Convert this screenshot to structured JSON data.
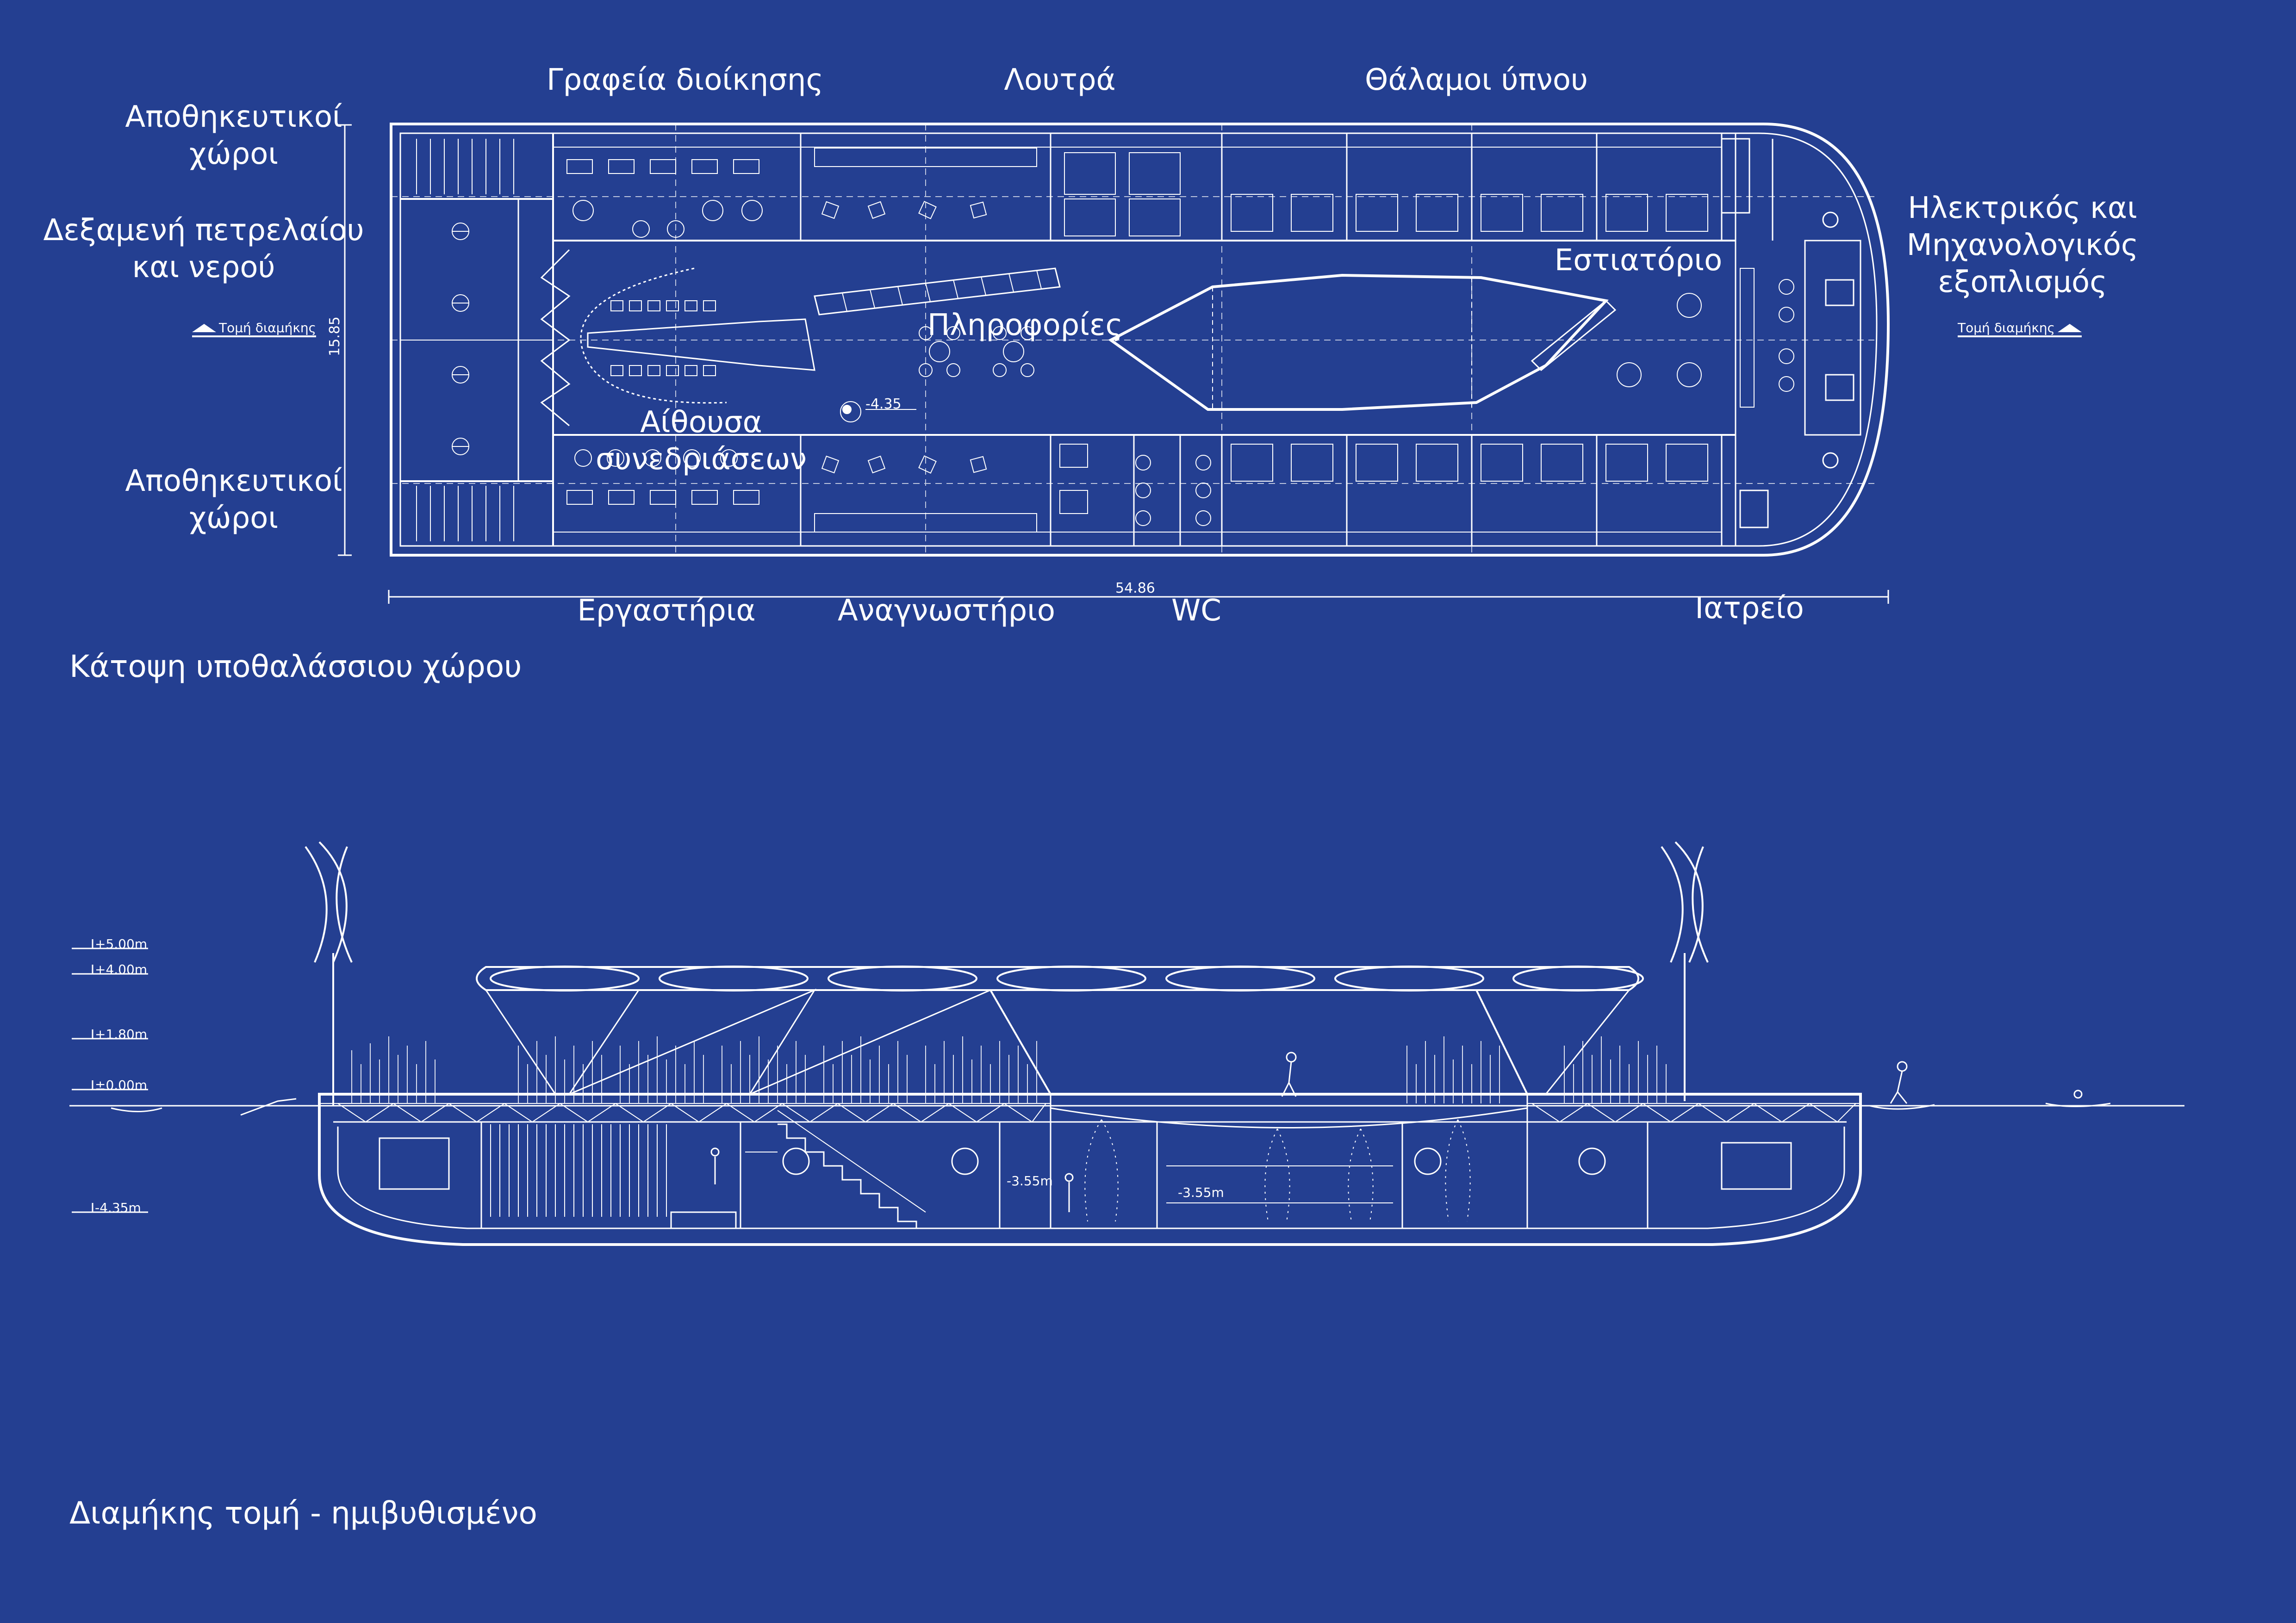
{
  "plan": {
    "caption": "Κάτοψη υποθαλάσσιου χώρου",
    "labels_top": [
      "Γραφεία διοίκησης",
      "Λουτρά",
      "Θάλαμοι ύπνου"
    ],
    "labels_bottom": [
      "Εργαστήρια",
      "Αναγνωστήριο",
      "WC",
      "Ιατρείο"
    ],
    "labels_left": {
      "storage_top": [
        "Αποθηκευτικοί",
        "χώροι"
      ],
      "tank": [
        "Δεξαμενή πετρελαίου",
        "και νερού"
      ],
      "storage_bottom": [
        "Αποθηκευτικοί",
        "χώροι"
      ]
    },
    "labels_right": [
      "Ηλεκτρικός και",
      "Μηχανολογικός",
      "εξοπλισμός"
    ],
    "labels_inside": {
      "restaurant": "Εστιατόριο",
      "info": "Πληροφορίες",
      "meeting": [
        "Αίθουσα",
        "συνεδριάσεων"
      ]
    },
    "section_marker": "Τομή διαμήκης",
    "dim_width": "15.85",
    "dim_length": "54.86",
    "level_mark": "-4.35"
  },
  "section": {
    "caption": "Διαμήκης τομή - ημιβυθισμένο",
    "levels": [
      "+5.00m",
      "+4.00m",
      "+1.80m",
      "±0.00m",
      "-4.35m"
    ],
    "inner_levels": [
      "-3.55m",
      "-3.55m"
    ]
  },
  "colors": {
    "background": "#243f91",
    "lines": "#ffffff"
  }
}
